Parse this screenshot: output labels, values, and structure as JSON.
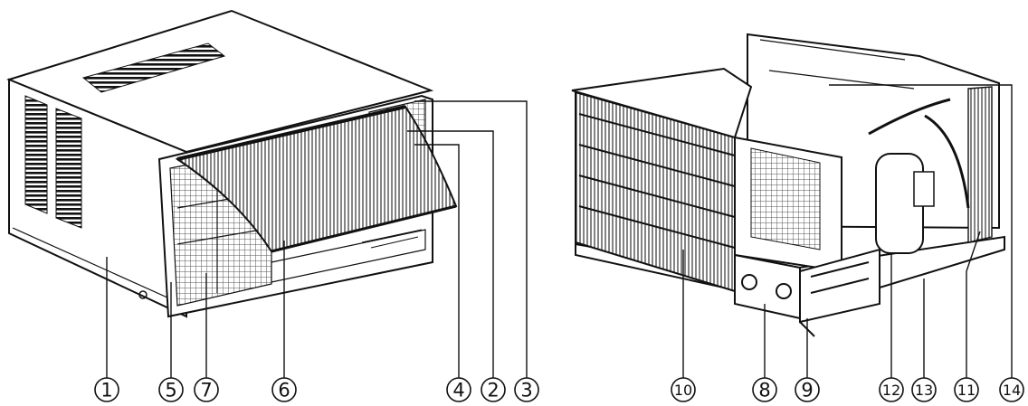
{
  "figure": {
    "left_unit": {
      "label": "Front view of room air conditioner"
    },
    "right_unit": {
      "label": "Rear view of chassis"
    }
  },
  "callouts": [
    {
      "id": "c1",
      "number": "1"
    },
    {
      "id": "c5",
      "number": "5"
    },
    {
      "id": "c7",
      "number": "7"
    },
    {
      "id": "c6",
      "number": "6"
    },
    {
      "id": "c4",
      "number": "4"
    },
    {
      "id": "c2",
      "number": "2"
    },
    {
      "id": "c3",
      "number": "3"
    },
    {
      "id": "c10",
      "number": "10"
    },
    {
      "id": "c8",
      "number": "8"
    },
    {
      "id": "c9",
      "number": "9"
    },
    {
      "id": "c12",
      "number": "12"
    },
    {
      "id": "c13",
      "number": "13"
    },
    {
      "id": "c11",
      "number": "11"
    },
    {
      "id": "c14",
      "number": "14"
    }
  ],
  "colors": {
    "ink": "#111111",
    "panel": "#ffffff",
    "mesh": "#555555"
  }
}
